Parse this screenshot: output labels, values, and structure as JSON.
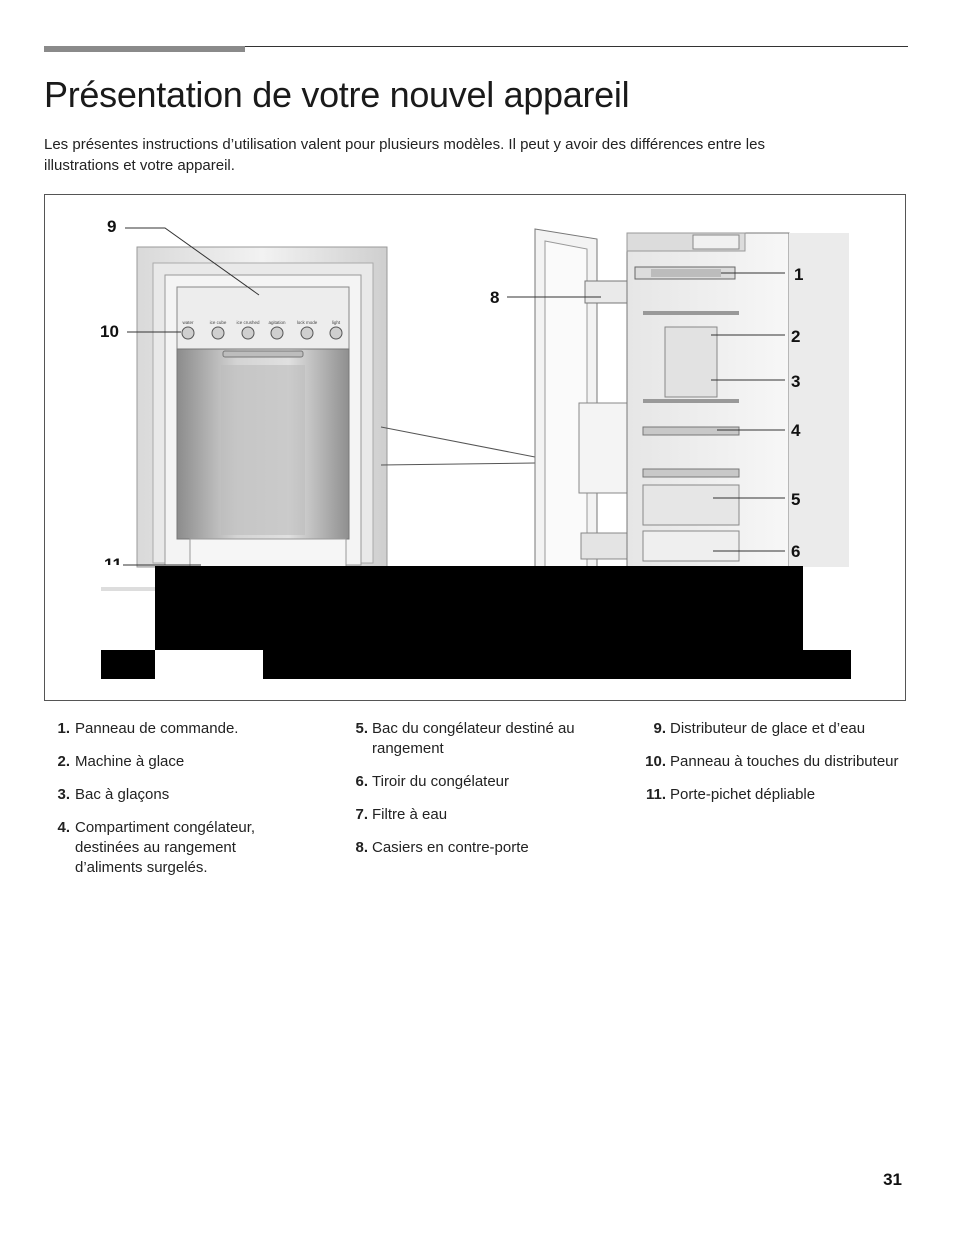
{
  "page": {
    "title": "Présentation de votre nouvel appareil",
    "intro": "Les présentes instructions d’utilisation valent pour plusieurs modèles. Il peut y avoir des différences entre les illustrations et votre appareil.",
    "page_number": "31"
  },
  "figure": {
    "dispenser_buttons": [
      "water",
      "ice cube",
      "ice crushed",
      "agitation",
      "lock mode",
      "light"
    ],
    "callouts": [
      "1",
      "2",
      "3",
      "4",
      "5",
      "6",
      "8",
      "9",
      "10",
      "11"
    ]
  },
  "legend": {
    "col1": [
      {
        "num": "1.",
        "text": "Panneau de commande."
      },
      {
        "num": "2.",
        "text": "Machine à glace"
      },
      {
        "num": "3.",
        "text": "Bac à glaçons"
      },
      {
        "num": "4.",
        "text": "Compartiment congélateur, destinées au rangement d’aliments surgelés."
      }
    ],
    "col2": [
      {
        "num": "5.",
        "text": "Bac du congélateur destiné au rangement"
      },
      {
        "num": "6.",
        "text": "Tiroir du congélateur"
      },
      {
        "num": "7.",
        "text": "Filtre à eau"
      },
      {
        "num": "8.",
        "text": "Casiers en contre-porte"
      }
    ],
    "col3": [
      {
        "num": "9.",
        "text": "Distributeur de glace et d’eau"
      },
      {
        "num": "10.",
        "text": "Panneau à touches du distributeur"
      },
      {
        "num": "11.",
        "text": "Porte-pichet dépliable"
      }
    ]
  }
}
